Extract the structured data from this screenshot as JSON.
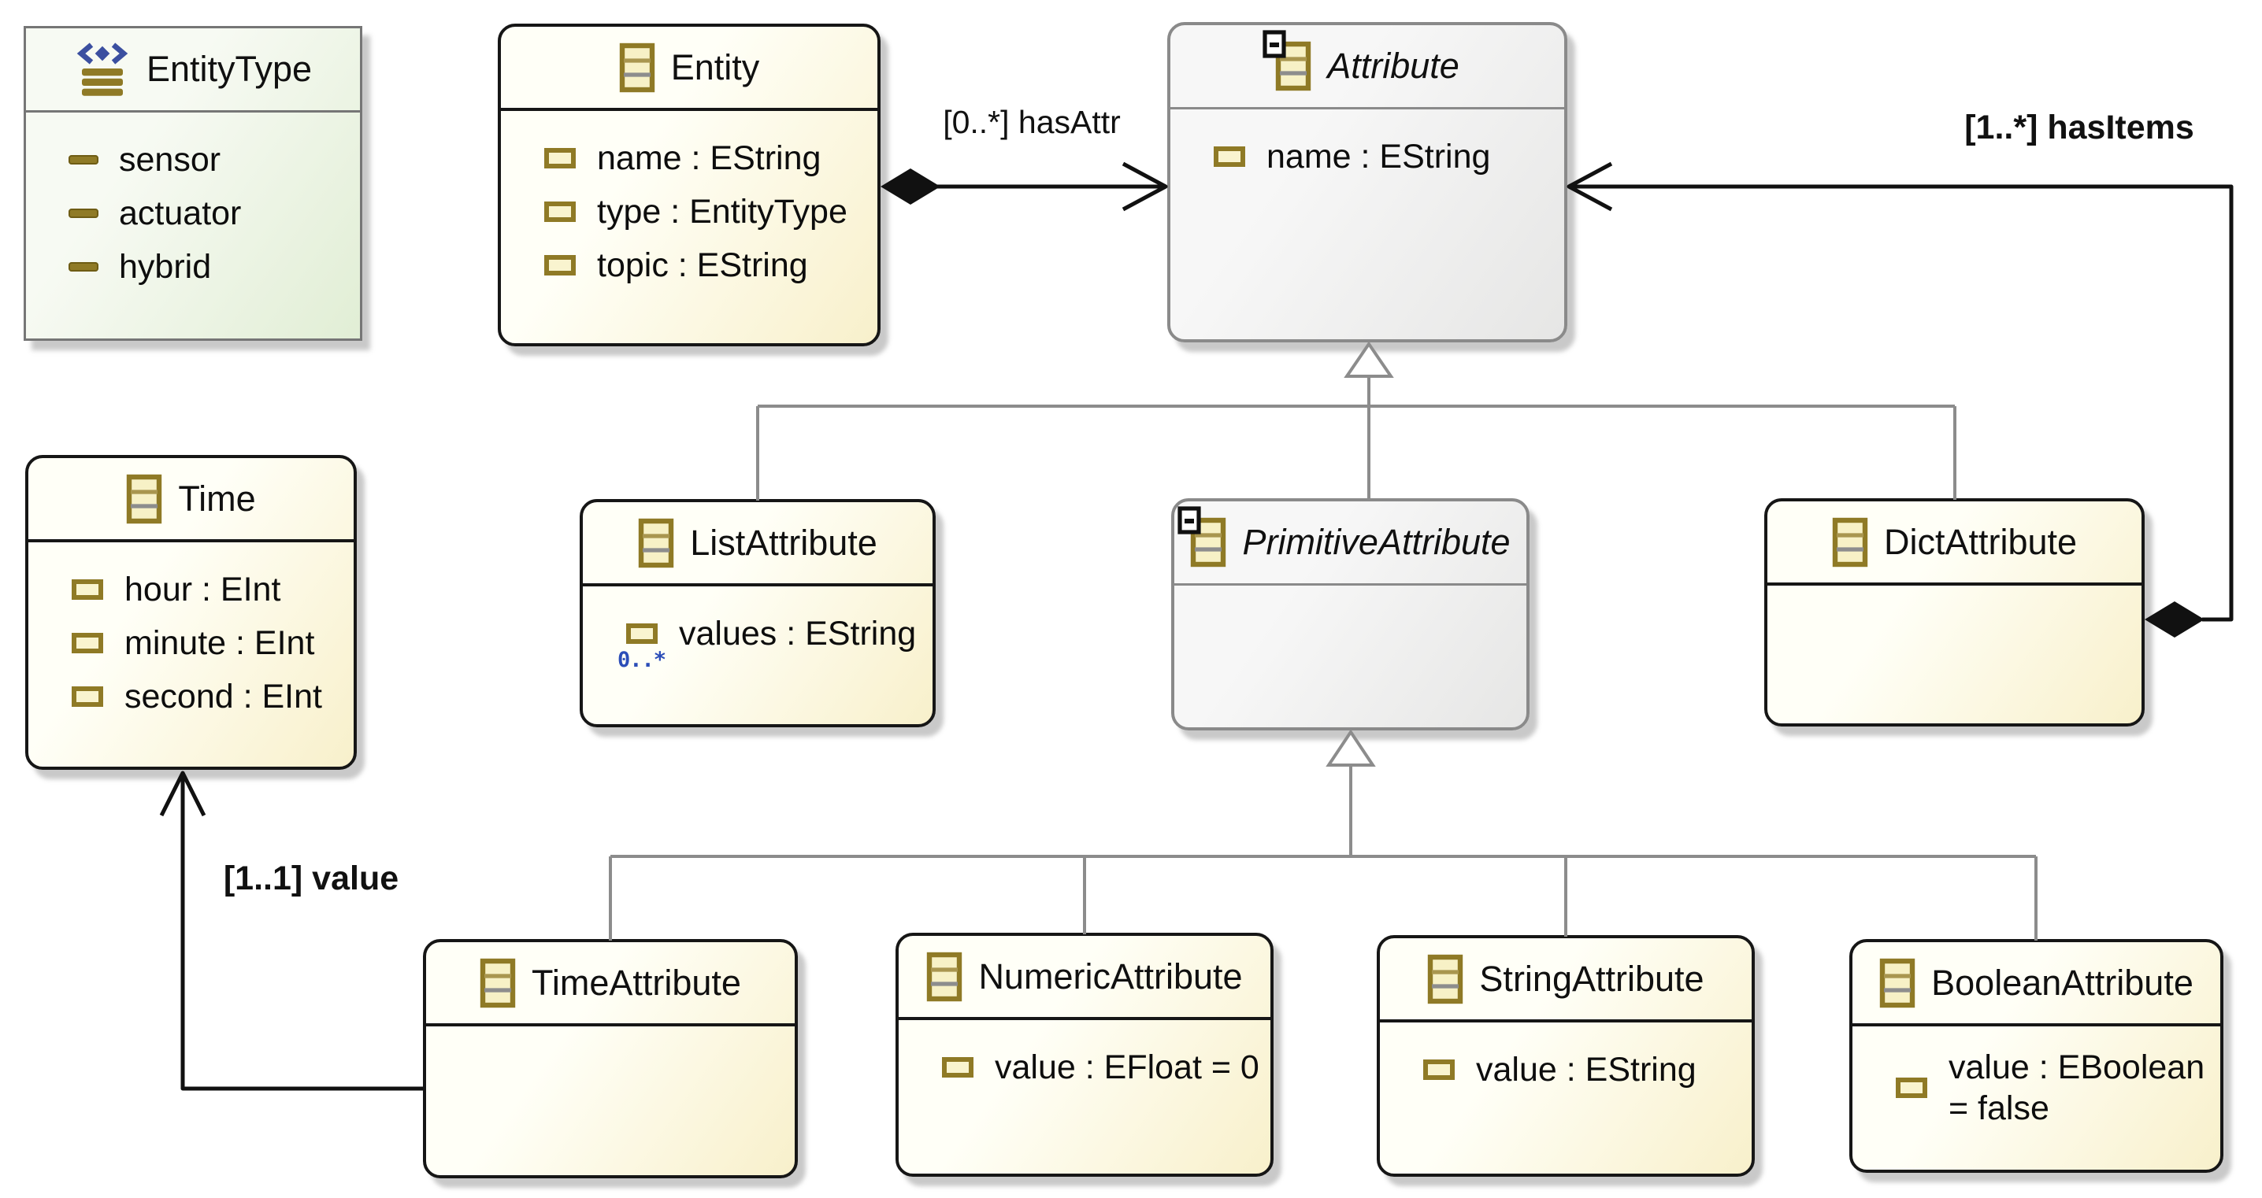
{
  "diagram": {
    "type": "ecore-class-diagram",
    "classes": [
      {
        "id": "EntityType",
        "kind": "enumeration",
        "title": "EntityType",
        "literals": [
          {
            "text": "sensor"
          },
          {
            "text": "actuator"
          },
          {
            "text": "hybrid"
          }
        ]
      },
      {
        "id": "Entity",
        "kind": "class",
        "title": "Entity",
        "attributes": [
          {
            "text": "name : EString"
          },
          {
            "text": "type : EntityType"
          },
          {
            "text": "topic : EString"
          }
        ]
      },
      {
        "id": "Attribute",
        "kind": "abstract-class",
        "title": "Attribute",
        "attributes": [
          {
            "text": "name : EString"
          }
        ]
      },
      {
        "id": "Time",
        "kind": "class",
        "title": "Time",
        "attributes": [
          {
            "text": "hour : EInt"
          },
          {
            "text": "minute : EInt"
          },
          {
            "text": "second : EInt"
          }
        ]
      },
      {
        "id": "ListAttribute",
        "kind": "class",
        "title": "ListAttribute",
        "attributes": [
          {
            "text": "values : EString",
            "multiplicity": "0..*"
          }
        ]
      },
      {
        "id": "PrimitiveAttribute",
        "kind": "abstract-class",
        "title": "PrimitiveAttribute",
        "attributes": []
      },
      {
        "id": "DictAttribute",
        "kind": "class",
        "title": "DictAttribute",
        "attributes": []
      },
      {
        "id": "TimeAttribute",
        "kind": "class",
        "title": "TimeAttribute",
        "attributes": []
      },
      {
        "id": "NumericAttribute",
        "kind": "class",
        "title": "NumericAttribute",
        "attributes": [
          {
            "text": "value : EFloat = 0"
          }
        ]
      },
      {
        "id": "StringAttribute",
        "kind": "class",
        "title": "StringAttribute",
        "attributes": [
          {
            "text": "value : EString"
          }
        ]
      },
      {
        "id": "BooleanAttribute",
        "kind": "class",
        "title": "BooleanAttribute",
        "attributes": [
          {
            "text_lines": [
              "value : EBoolean",
              "= false"
            ]
          }
        ]
      }
    ],
    "edges": {
      "hasAttr": {
        "label": "[0..*] hasAttr",
        "type": "composition",
        "source": "Entity",
        "target": "Attribute"
      },
      "hasItems": {
        "label": "[1..*] hasItems",
        "type": "composition",
        "source": "DictAttribute",
        "target": "Attribute"
      },
      "value": {
        "label": "[1..1] value",
        "type": "reference",
        "source": "TimeAttribute",
        "target": "Time"
      },
      "generalizations": [
        {
          "parent": "Attribute",
          "children": [
            "ListAttribute",
            "PrimitiveAttribute",
            "DictAttribute"
          ]
        },
        {
          "parent": "PrimitiveAttribute",
          "children": [
            "TimeAttribute",
            "NumericAttribute",
            "StringAttribute",
            "BooleanAttribute"
          ]
        }
      ]
    },
    "icons": {
      "class": "class-icon",
      "abstract_badge": "abstract-badge-icon",
      "enumeration": "enum-icon",
      "attribute": "attribute-icon",
      "literal": "enum-literal-icon"
    },
    "colors": {
      "canvas_bg": "#ffffff",
      "class_border": "#161616",
      "class_fill_top": "#fffff7",
      "class_fill_bottom": "#f8f0cb",
      "abstract_border": "#8a8a8a",
      "abstract_fill_top": "#f7f7f7",
      "abstract_fill_bottom": "#e6e6e5",
      "enum_border": "#767676",
      "enum_fill_top": "#f7faf3",
      "enum_fill_bottom": "#e1eed5",
      "icon_gold": "#8f7a26",
      "icon_fill": "#f7f1c6",
      "badge_blue": "#2b4db8",
      "association_color": "#111111",
      "generalization_color": "#8c8c8c"
    }
  }
}
